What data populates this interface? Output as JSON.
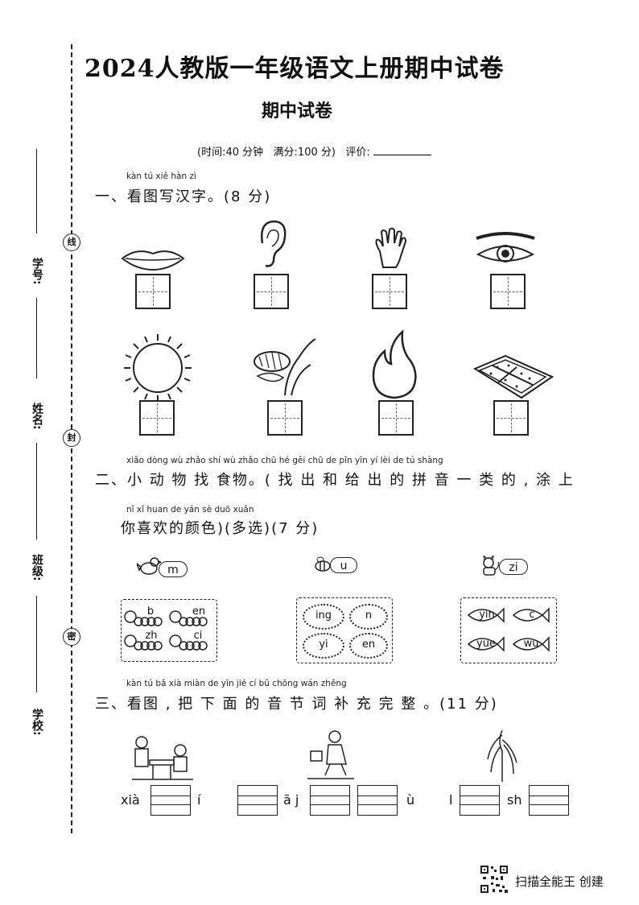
{
  "header": {
    "title": "2024人教版一年级语文上册期中试卷",
    "subtitle": "期中试卷",
    "meta_time": "(时间:40 分钟",
    "meta_full": "满分:100 分)",
    "meta_eval": "评价:"
  },
  "margin": {
    "labels": [
      "学号:",
      "姓名:",
      "班级:",
      "学校:"
    ],
    "seals": [
      "线",
      "封",
      "密"
    ]
  },
  "q1": {
    "pinyin": "kàn  tú  xiě  hàn  zì",
    "text": "一、看图写汉字。(8 分)",
    "icons": [
      "lips-icon",
      "ear-icon",
      "hand-icon",
      "eye-icon",
      "sun-icon",
      "rice-plant-icon",
      "fire-icon",
      "field-icon"
    ]
  },
  "q2": {
    "pinyin1": "xiǎo dòng wù zhǎo shí wù      zhǎo chū hé  gěi chū de pīn yīn yí  lèi  de     tú shàng",
    "text1": "二、小 动 物 找 食物。( 找 出 和 给 出 的 拼 音 一 类 的 , 涂  上",
    "pinyin2": "nǐ  xǐ  huan de  yán sè      duō xuǎn",
    "text2": "你喜欢的颜色)(多选)(7 分)",
    "animals": [
      {
        "icon": "bird-icon",
        "tag": "m"
      },
      {
        "icon": "bee-icon",
        "tag": "u"
      },
      {
        "icon": "cat-icon",
        "tag": "zi"
      }
    ],
    "group1": [
      "b",
      "en",
      "zh",
      "ci"
    ],
    "group2": [
      "ing",
      "n",
      "yi",
      "en"
    ],
    "group3": [
      "yin",
      "c",
      "yue",
      "wu"
    ]
  },
  "q3": {
    "pinyin": "kàn  tú     bǎ  xià miàn de  yīn  jié  cí   bǔ chōng wán zhěng",
    "text": "三、看图 , 把 下 面 的 音 节 词 补 充 完 整 。(11 分)",
    "syllables": [
      "xià",
      "í",
      "ā j",
      "ù",
      "l",
      "sh"
    ]
  },
  "footer": {
    "brand": "扫描全能王 创建"
  }
}
